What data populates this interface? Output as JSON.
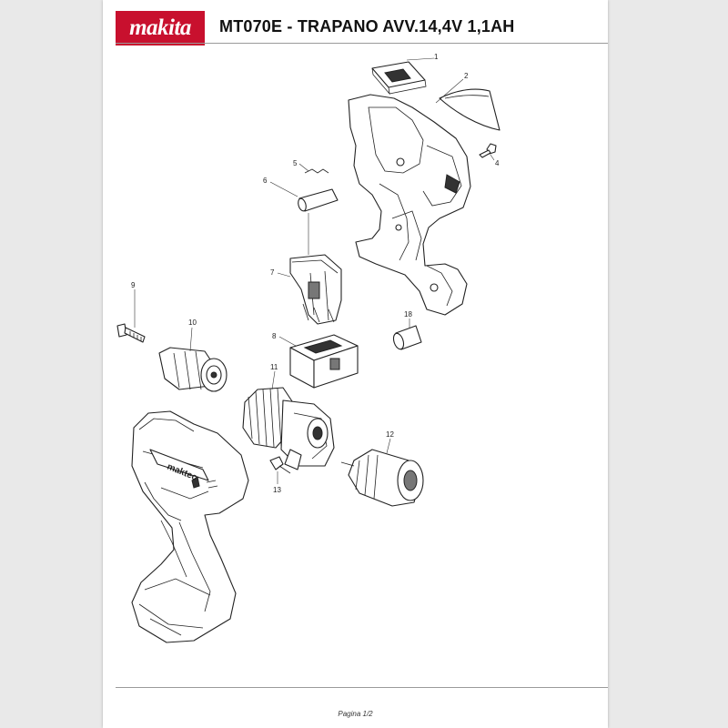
{
  "header": {
    "logo_text": "makita",
    "title": "MT070E - TRAPANO AVV.14,4V 1,1AH"
  },
  "diagram": {
    "callouts": [
      "1",
      "2",
      "4",
      "5",
      "6",
      "7",
      "8",
      "9",
      "10",
      "11",
      "12",
      "13",
      "18"
    ],
    "housing_brand_text": "maktec"
  },
  "footer": {
    "page_label": "Pagina 1/2"
  },
  "colors": {
    "brand": "#c8102e",
    "line": "#222222"
  }
}
